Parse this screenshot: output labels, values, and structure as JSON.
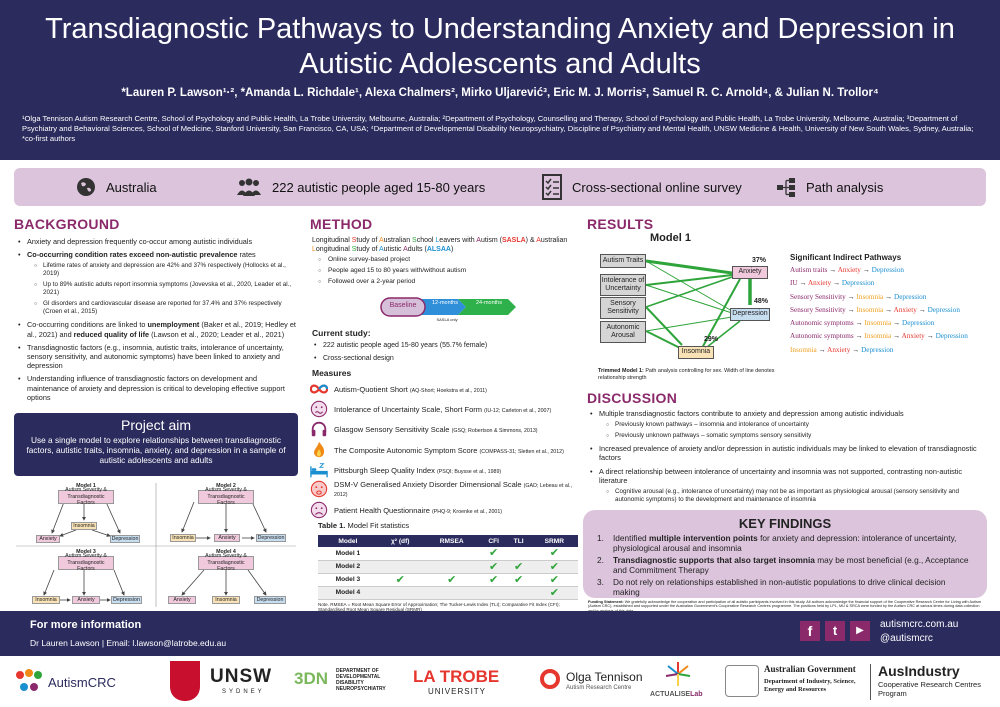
{
  "header": {
    "title": "Transdiagnostic Pathways to Understanding Anxiety and Depression in Autistic Adolescents and Adults",
    "authors": "*Lauren P. Lawson¹·², *Amanda L. Richdale¹, Alexa Chalmers², Mirko Uljarević³, Eric M. J. Morris², Samuel R. C. Arnold⁴, & Julian N. Trollor⁴",
    "affiliations": "¹Olga Tennison Autism Research Centre, School of Psychology and Public Health, La Trobe University, Melbourne, Australia; ²Department of Psychology, Counselling and Therapy, School of Psychology and Public Health, La Trobe University, Melbourne, Australia; ³Department of Psychiatry and Behavioral Sciences, School of Medicine, Stanford University, San Francisco, CA, USA; ⁴Department of Developmental Disability Neuropsychiatry, Discipline of Psychiatry and Mental Health, UNSW Medicine & Health, University of New South Wales, Sydney, Australia; *co-first authors"
  },
  "banner": {
    "location": "Australia",
    "sample": "222 autistic people aged 15-80 years",
    "design": "Cross-sectional online survey",
    "analysis": "Path analysis"
  },
  "background": {
    "heading": "BACKGROUND",
    "b1": "Anxiety and depression frequently co-occur among autistic individuals",
    "b2": "Co-occurring condition rates exceed non-autistic prevalence rates",
    "b2_bold": "Co-occurring condition rates exceed non-autistic prevalence",
    "b2_rest": " rates",
    "b2_s1": "Lifetime rates of anxiety and depression are 42% and 37% respectively (Hollocks et al., 2019)",
    "b2_s2": "Up to 89% autistic adults report insomnia symptoms (Jovevska et al., 2020, Leader et al., 2021)",
    "b2_s3": "GI disorders and cardiovascular disease are reported for 37.4% and 37%  respectively (Croen et al., 2015)",
    "b3_pre": "Co-occurring conditions are linked to ",
    "b3_b1": "unemployment",
    "b3_mid": " (Baker et al., 2019; Hedley et al., 2021) and ",
    "b3_b2": "reduced quality of life",
    "b3_post": " (Lawson et al., 2020; Leader et al., 2021)",
    "b4": "Transdiagnostic factors (e.g., insomnia, autistic traits, intolerance of uncertainty, sensory sensitivity, and autonomic symptoms) have been linked to anxiety and depression",
    "b5": "Understanding influence of transdiagnostic factors on development and maintenance of anxiety and depression is critical to developing effective support options"
  },
  "aim": {
    "title": "Project aim",
    "text": "Use a single model to explore relationships between transdiagnostic factors, autistic traits, insomnia, anxiety, and depression in a sample of autistic adolescents and adults"
  },
  "models": {
    "m1": "Model 1",
    "m2": "Model 2",
    "m3": "Model 3",
    "m4": "Model 4",
    "factors": "Autism Severity & Transdiagnostic Factors",
    "insomnia": "Insomnia",
    "anxiety": "Anxiety",
    "depression": "Depression"
  },
  "method": {
    "heading": "METHOD",
    "study_parts": [
      "Longitudinal ",
      "S",
      "tudy of ",
      "A",
      "ustralian ",
      "S",
      "chool ",
      "L",
      "eavers with ",
      "A",
      "utism (",
      "SASLA",
      ") & ",
      "A",
      "ustralian ",
      "L",
      "ongitudinal ",
      "S",
      "tudy of ",
      "A",
      "utistic ",
      "A",
      "dults (",
      "ALSAA",
      ")"
    ],
    "bullets": [
      "Online survey-based project",
      "People aged 15 to 80 years with/without autism",
      "Followed over a 2-year period"
    ],
    "timeline": {
      "baseline": "Baseline",
      "t12": "12-months",
      "t24": "24-months",
      "sasla": "SASLA only"
    },
    "current_heading": "Current study:",
    "current": [
      "222 autistic people aged 15-80 years (55.7% female)",
      "Cross-sectional design"
    ],
    "measures_heading": "Measures",
    "measures": [
      {
        "name": "Autism-Quotient Short",
        "ref": "(AQ-Short; Hoekstra et al., 2011)"
      },
      {
        "name": "Intolerance of Uncertainty Scale, Short Form",
        "ref": "(IU-12; Carleton et al., 2007)"
      },
      {
        "name": "Glasgow Sensory Sensitivity Scale",
        "ref": "(GSQ; Robertson & Simmons, 2013)"
      },
      {
        "name": "The Composite Autonomic Symptom Score",
        "ref": "(COMPASS-31; Sletten et al., 2012)"
      },
      {
        "name": "Pittsburgh Sleep Quality Index",
        "ref": "(PSQI; Buysse et al., 1989)"
      },
      {
        "name": "DSM-V Generalised Anxiety Disorder Dimensional Scale",
        "ref": "(GAD; Lebeau et al., 2012)"
      },
      {
        "name": "Patient Health Questionnaire",
        "ref": "(PHQ-9; Kroenke et al., 2001)"
      }
    ],
    "table_caption_bold": "Table 1.",
    "table_caption": " Model Fit statistics",
    "table_headers": [
      "Model",
      "χ² (df)",
      "RMSEA",
      "CFI",
      "TLI",
      "SRMR"
    ],
    "table_rows": [
      "Model 1",
      "Model 2",
      "Model 3",
      "Model 4"
    ],
    "check": "✔",
    "table_note": "Note. RMSEA = Root Mean Square Error of Approximation; The Tucker-Lewis Index (TLI); Comparative Fit Index (CFI); Standardised Root Mean Square Residual (SRMR)"
  },
  "results": {
    "heading": "RESULTS",
    "model_title": "Model 1",
    "nodes": {
      "autism": "Autism Traits",
      "iu": "Intolerance of Uncertainty",
      "sensory": "Sensory Sensitivity",
      "autonomic": "Autonomic Arousal",
      "anxiety": "Anxiety",
      "depression": "Depression",
      "insomnia": "Insomnia"
    },
    "r2": {
      "anxiety": "37%",
      "depression": "48%",
      "insomnia": "29%"
    },
    "caption_bold": "Trimmed Model 1:",
    "caption": " Path analysis controlling for sex. Width of line denotes relationship strength",
    "indirect_heading": "Significant Indirect Pathways",
    "pathways": [
      [
        "Autism traits",
        "Anxiety",
        "Depression"
      ],
      [
        "IU",
        "Anxiety",
        "Depression"
      ],
      [
        "Sensory Sensitivity",
        "Insomnia",
        "Depression"
      ],
      [
        "Sensory Sensitivity",
        "Insomnia",
        "Anxiety",
        "Depression"
      ],
      [
        "Autonomic symptoms",
        "Insomnia",
        "Depression"
      ],
      [
        "Autonomic symptoms",
        "Insomnia",
        "Anxiety",
        "Depression"
      ],
      [
        "Insomnia",
        "Anxiety",
        "Depression"
      ]
    ],
    "arrow": " → "
  },
  "discussion": {
    "heading": "DISCUSSION",
    "d1": "Multiple transdiagnostic factors contribute to anxiety and depression among autistic individuals",
    "d1_s": [
      "Previously known pathways – insomnia and intolerance of uncertainty",
      "Previously unknown pathways – somatic symptoms sensory sensitivity"
    ],
    "d2": "Increased prevalence of anxiety and/or depression in autistic individuals may be linked to elevation of transdiagnostic factors",
    "d3": "A direct relationship between intolerance of uncertainty and insomnia was not supported, contrasting non-autistic literature",
    "d3_s": "Cognitive arousal (e.g., intolerance of uncertainty) may not be as important as physiological arousal (sensory sensitivity and autonomic symptoms) to the development and maintenance of insomnia"
  },
  "key_findings": {
    "title": "KEY FINDINGS",
    "n1": "1.",
    "k1_pre": "Identified ",
    "k1_b": "multiple intervention points",
    "k1_post": " for anxiety and depression: intolerance of uncertainty, physiological arousal and insomnia",
    "n2": "2.",
    "k2_b": "Transdiagnostic supports that also target insomnia",
    "k2_post": " may be most beneficial (e.g., Acceptance and Commitment Therapy",
    "n3": "3.",
    "k3": "Do not rely on relationships established in non-autistic populations to drive clinical decision making"
  },
  "funding": {
    "label": "Funding Statement:",
    "text": " We gratefully acknowledge the cooperation and participation of all autistic participants involved in this study. All authors acknowledge the financial support of the Cooperative Research Centre for Living with Autism (Autism CRC), established and supported under the Australian Government's Cooperative Research Centres programme. The positions held by LPL, MU & SRCA were funded by the Autism CRC at various times during data collection and/or analysis of this data."
  },
  "footer": {
    "more": "For more information",
    "contact": "Dr Lauren Lawson |   Email: l.lawson@latrobe.edu.au",
    "site": "autismcrc.com.au",
    "handle": "@autismcrc",
    "fb": "f",
    "tw": "t",
    "yt": "▶"
  },
  "logos": {
    "autismcrc": "AutismCRC",
    "unsw": "UNSW",
    "sydney": "SYDNEY",
    "dn3": "3DN",
    "dn_text": "DEPARTMENT OF DEVELOPMENTAL DISABILITY NEUROPSYCHIATRY",
    "latrobe": "LA TROBE",
    "university": "UNIVERSITY",
    "olga": "Olga Tennison",
    "olga_sub": "Autism Research Centre",
    "actualise": "ACTUALISE",
    "actualise_lab": "Lab",
    "gov": "Australian Government",
    "gov_dept": "Department of Industry, Science, Energy and Resources",
    "ausind": "AusIndustry",
    "ausind_sub": "Cooperative Research Centres Program"
  },
  "colors": {
    "navy": "#2b2b5e",
    "plum": "#8b2a6b",
    "lilac": "#dcc5dc",
    "check": "#2ea43a"
  }
}
